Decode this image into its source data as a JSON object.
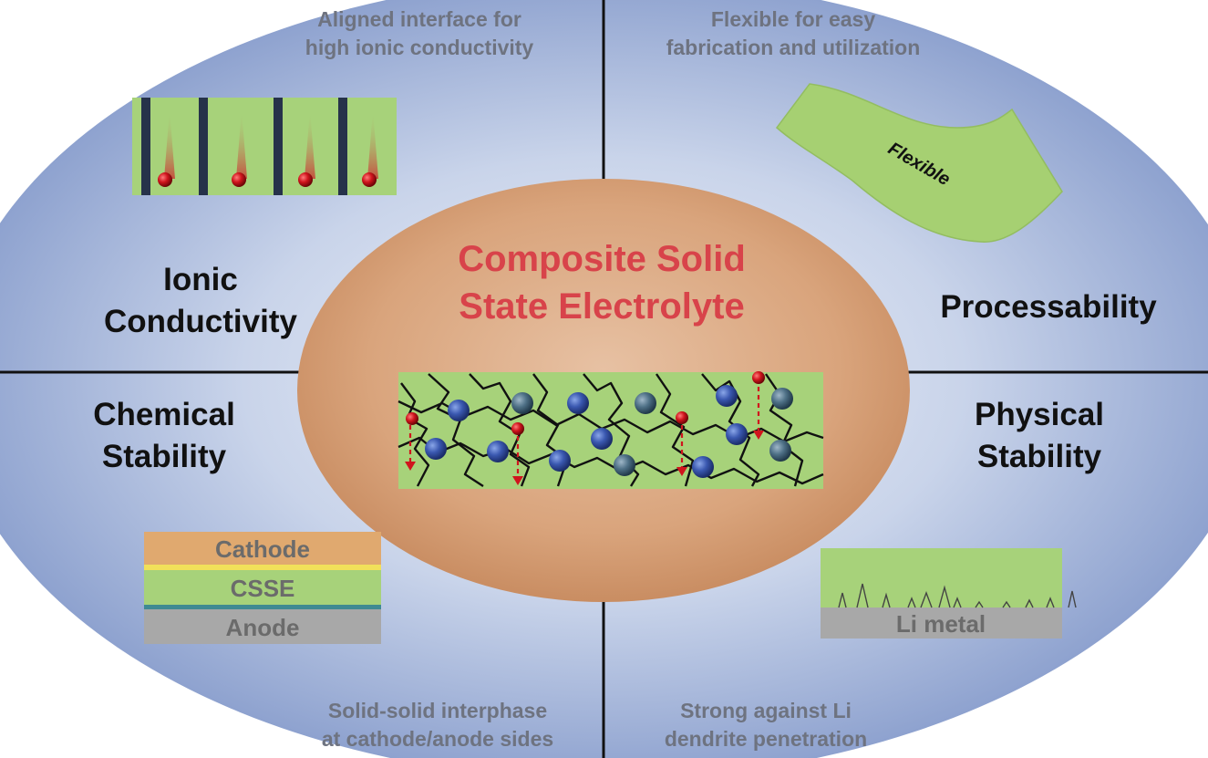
{
  "center": {
    "title_line1": "Composite Solid",
    "title_line2": "State Electrolyte"
  },
  "quadrants": {
    "ionic": {
      "heading_line1": "Ionic",
      "heading_line2": "Conductivity",
      "caption_line1": "Aligned interface for",
      "caption_line2": "high ionic conductivity"
    },
    "processability": {
      "heading": "Processability",
      "caption_line1": "Flexible for easy",
      "caption_line2": "fabrication and utilization",
      "sheet_label": "Flexible"
    },
    "chemical": {
      "heading_line1": "Chemical",
      "heading_line2": "Stability",
      "caption_line1": "Solid-solid interphase",
      "caption_line2": "at cathode/anode sides",
      "layers": [
        "Cathode",
        "CSSE",
        "Anode"
      ]
    },
    "physical": {
      "heading_line1": "Physical",
      "heading_line2": "Stability",
      "caption_line1": "Strong against Li",
      "caption_line2": "dendrite penetration",
      "base_label": "Li metal"
    }
  },
  "colors": {
    "ellipse_edge": "#8aa0cd",
    "ellipse_center": "#eef1f8",
    "core": "#d9a47c",
    "matrix_green": "#a7d27a",
    "filler_blue": "#2f4d9e",
    "lithium_red": "#c4141b",
    "cathode": "#e0a96f",
    "anode": "#a8a8a8",
    "title_red": "#d8434a"
  }
}
